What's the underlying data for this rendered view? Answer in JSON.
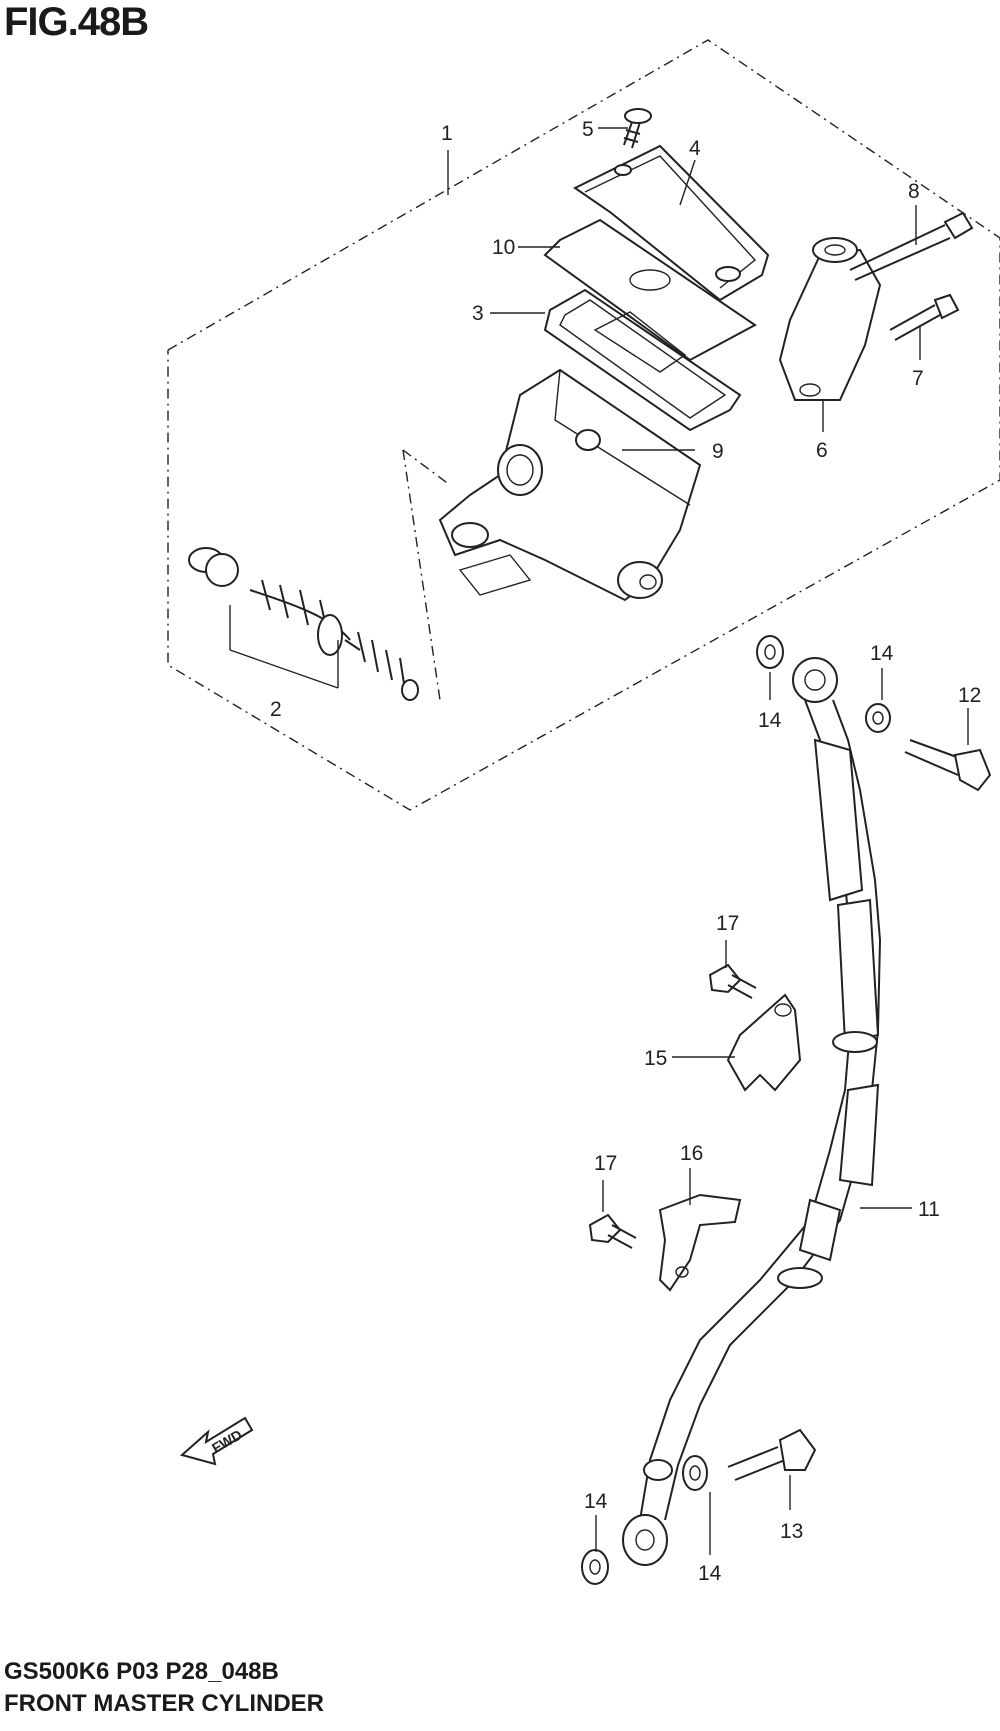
{
  "figure": {
    "title": "FIG.48B",
    "model_code": "GS500K6 P03 P28_048B",
    "name": "FRONT MASTER CYLINDER"
  },
  "fwd_arrow": {
    "label": "FWD"
  },
  "callouts": [
    {
      "id": "c1",
      "label": "1"
    },
    {
      "id": "c2",
      "label": "2"
    },
    {
      "id": "c3",
      "label": "3"
    },
    {
      "id": "c4",
      "label": "4"
    },
    {
      "id": "c5",
      "label": "5"
    },
    {
      "id": "c6",
      "label": "6"
    },
    {
      "id": "c7",
      "label": "7"
    },
    {
      "id": "c8",
      "label": "8"
    },
    {
      "id": "c9",
      "label": "9"
    },
    {
      "id": "c10",
      "label": "10"
    },
    {
      "id": "c11",
      "label": "11"
    },
    {
      "id": "c12",
      "label": "12"
    },
    {
      "id": "c13",
      "label": "13"
    },
    {
      "id": "c14a",
      "label": "14"
    },
    {
      "id": "c14b",
      "label": "14"
    },
    {
      "id": "c14c",
      "label": "14"
    },
    {
      "id": "c14d",
      "label": "14"
    },
    {
      "id": "c15",
      "label": "15"
    },
    {
      "id": "c16",
      "label": "16"
    },
    {
      "id": "c17a",
      "label": "17"
    },
    {
      "id": "c17b",
      "label": "17"
    }
  ]
}
